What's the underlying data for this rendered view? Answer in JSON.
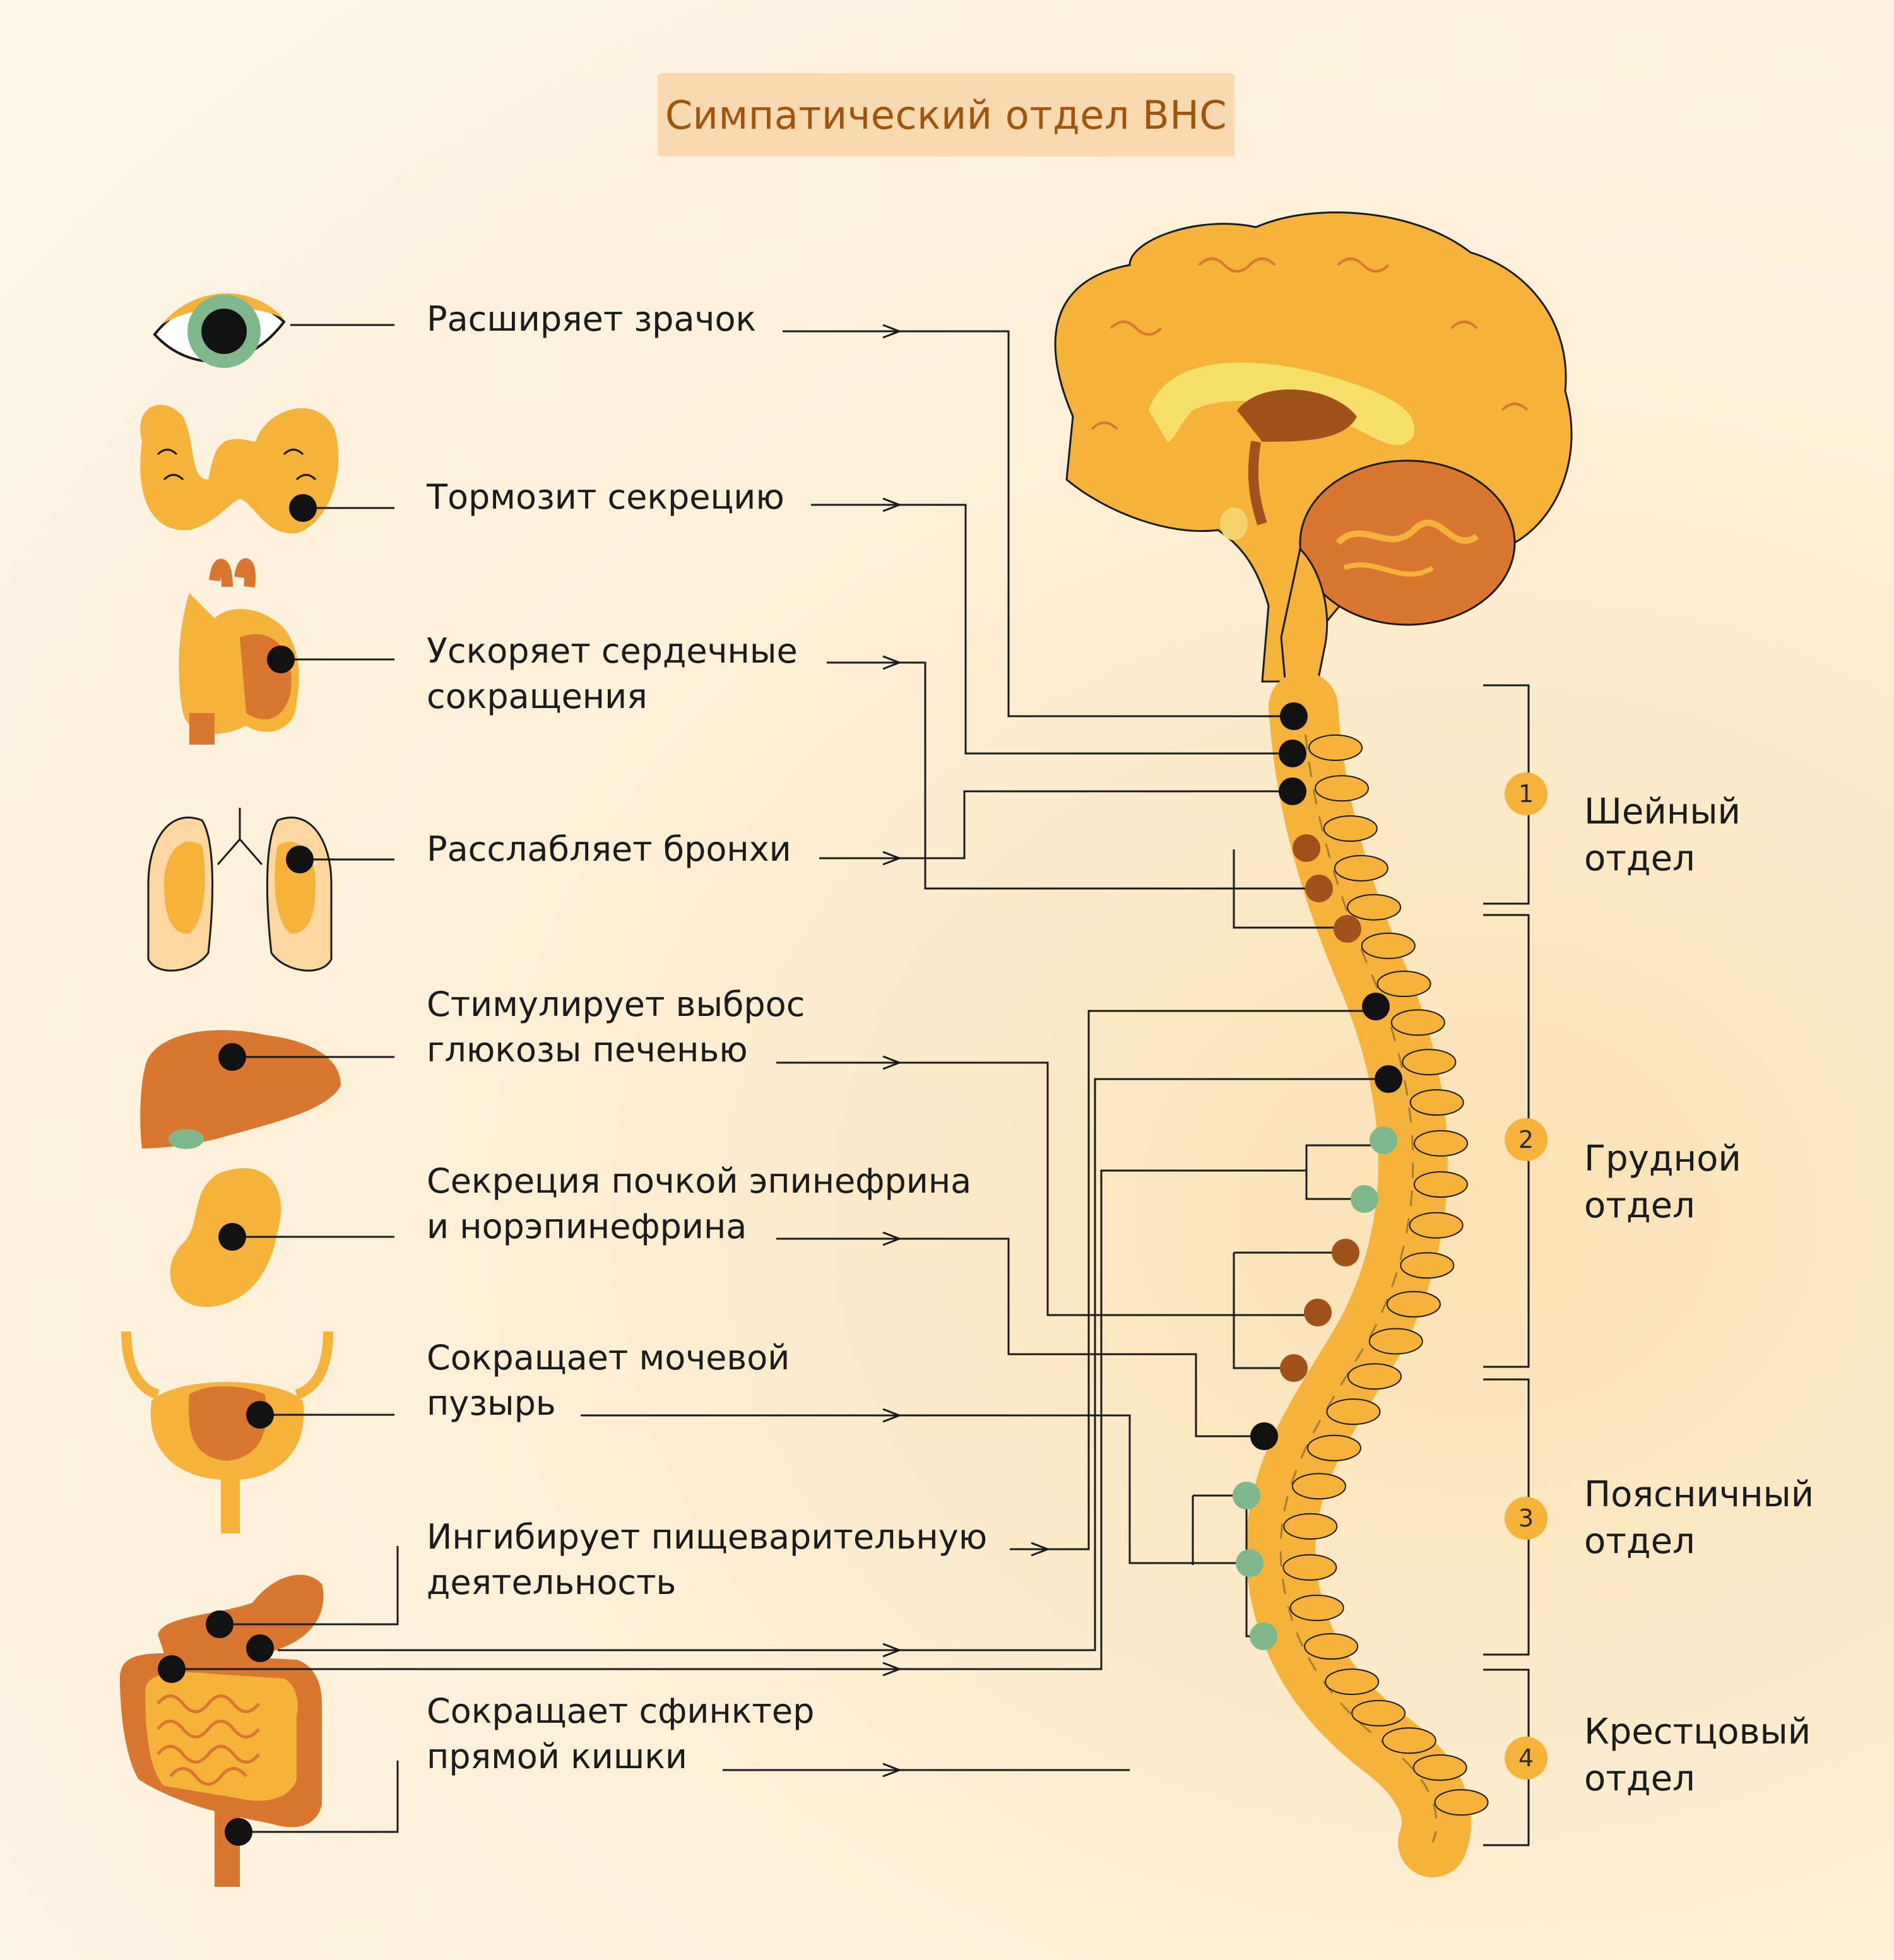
{
  "title": "Симпатический отдел ВНС",
  "effects": [
    {
      "id": "eye",
      "lines": [
        "Расширяет зрачок"
      ]
    },
    {
      "id": "thyroid",
      "lines": [
        "Тормозит секрецию"
      ]
    },
    {
      "id": "heart",
      "lines": [
        "Ускоряет сердечные",
        "сокращения"
      ]
    },
    {
      "id": "lungs",
      "lines": [
        "Расслабляет бронхи"
      ]
    },
    {
      "id": "liver",
      "lines": [
        "Стимулирует выброс",
        "глюкозы печенью"
      ]
    },
    {
      "id": "kidney",
      "lines": [
        "Секреция почкой эпинефрина",
        "и норэпинефрина"
      ]
    },
    {
      "id": "bladder",
      "lines": [
        "Сокращает мочевой",
        "пузырь"
      ]
    },
    {
      "id": "digestion",
      "lines": [
        "Ингибирует пищеварительную",
        "деятельность"
      ]
    },
    {
      "id": "rectum",
      "lines": [
        "Сокращает сфинктер",
        "прямой кишки"
      ]
    }
  ],
  "sections": [
    {
      "number": "1",
      "lines": [
        "Шейный",
        "отдел"
      ]
    },
    {
      "number": "2",
      "lines": [
        "Грудной",
        "отдел"
      ]
    },
    {
      "number": "3",
      "lines": [
        "Поясничный",
        "отдел"
      ]
    },
    {
      "number": "4",
      "lines": [
        "Крестцовый",
        "отдел"
      ]
    }
  ],
  "colors": {
    "background": "#fdefd6",
    "title_box": "#fbd9b0",
    "title_text": "#a0550f",
    "organ_orange": "#f6b33b",
    "organ_dark": "#d9762f",
    "node_black": "#111111",
    "node_brown": "#a1521a",
    "node_green": "#7fb88c",
    "line": "#1b1b1b"
  }
}
